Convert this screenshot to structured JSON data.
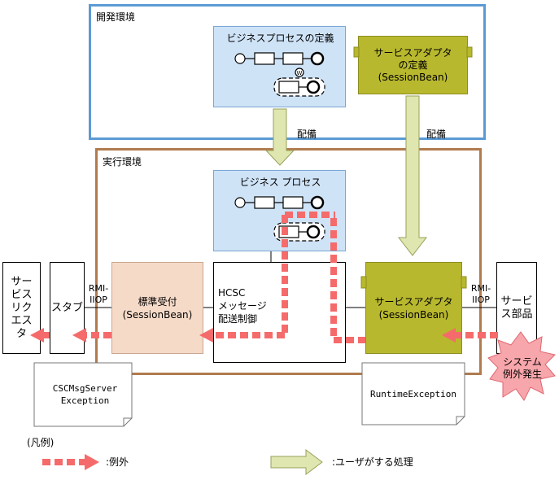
{
  "dev_env": {
    "title": "開発環境"
  },
  "run_env": {
    "title": "実行環境"
  },
  "bp_def": {
    "label": "ビジネスプロセスの定義"
  },
  "sa_def": {
    "line1": "サービスアダプタ",
    "line2": "の定義",
    "line3": "(SessionBean)"
  },
  "deploy1": {
    "label": "配備"
  },
  "deploy2": {
    "label": "配備"
  },
  "bp": {
    "label": "ビジネス プロセス"
  },
  "requester": {
    "text": "サービスリクエスタ"
  },
  "stub": {
    "text": "スタブ"
  },
  "rmi_left": {
    "line1": "RMI-",
    "line2": "IIOP"
  },
  "std_recv": {
    "line1": "標準受付",
    "line2": "(SessionBean)"
  },
  "hcsc": {
    "line1": "HCSC",
    "line2": "メッセージ",
    "line3": "配送制御"
  },
  "sa": {
    "line1": "サービスアダプタ",
    "line2": "(SessionBean)"
  },
  "rmi_right": {
    "line1": "RMI-",
    "line2": "IIOP"
  },
  "svc_part": {
    "text": "サービス部品"
  },
  "doc1": {
    "line1": "CSCMsgServer",
    "line2": "Exception"
  },
  "doc2": {
    "line1": "RuntimeException"
  },
  "burst": {
    "line1": "システム",
    "line2": "例外発生"
  },
  "legend": {
    "title": "(凡例)",
    "exception": ":例外",
    "user_process": ":ユーザがする処理"
  },
  "colors": {
    "dev_border": "#5b9bd5",
    "run_border": "#b07b4f",
    "exception_arrow": "#f56b6b",
    "user_arrow": "#dfe6b0"
  }
}
